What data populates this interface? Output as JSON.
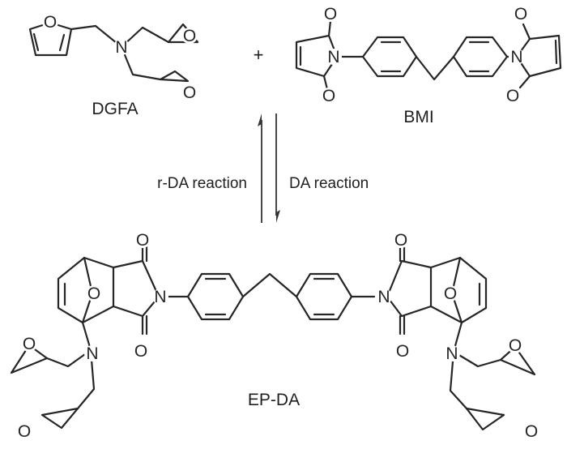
{
  "atoms": {
    "O": "O",
    "N": "N"
  },
  "compounds": {
    "dgfa": "DGFA",
    "bmi": "BMI",
    "product": "EP-DA"
  },
  "reaction": {
    "plus": "+",
    "reverse": "r-DA reaction",
    "forward": "DA reaction"
  }
}
